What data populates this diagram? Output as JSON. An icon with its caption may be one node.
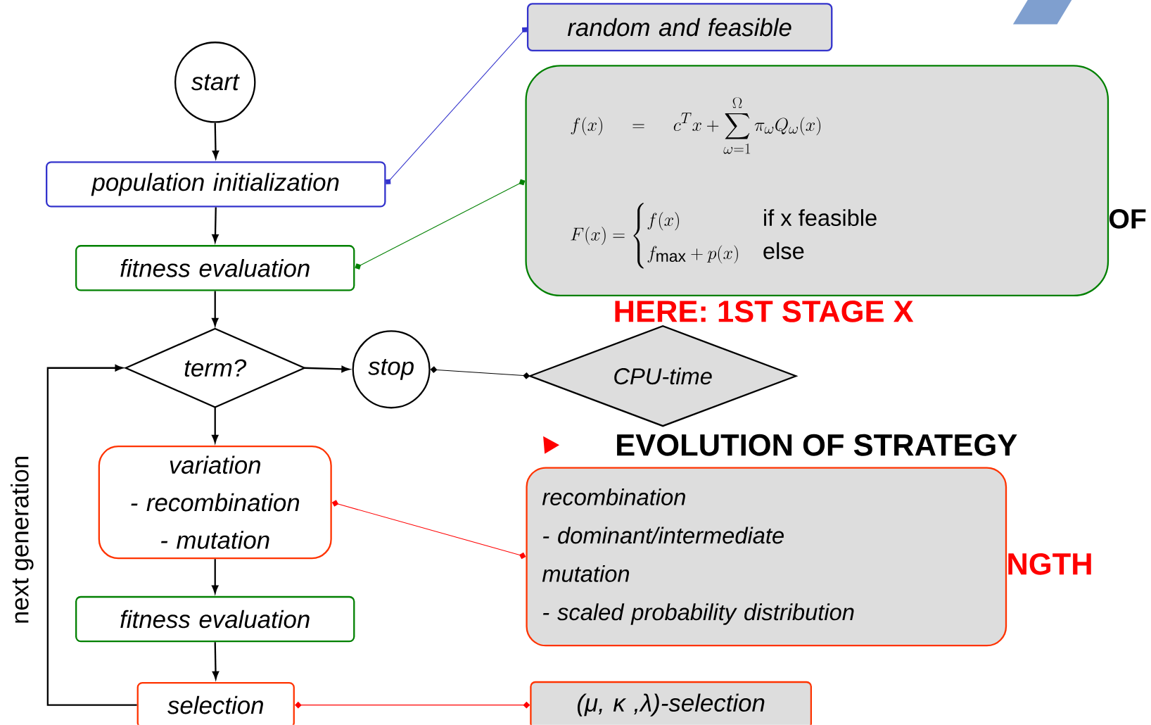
{
  "diagram": {
    "nodes": [
      {
        "text": [
          "start"
        ]
      },
      {
        "text": [
          "random and feasible"
        ]
      },
      {
        "text": [
          "population initialization"
        ]
      },
      {
        "text": [
          "f(x) \\quad = \\quad c^T x + \\sum_{\\omega=1}^{\\Omega} \\pi_\\omega Q_\\omega(x)",
          "F(x) = \\begin{cases} f(x) & \\text{if x feasible} \\\\ f_{\\max} + p(x) & \\text{else} \\end{cases}"
        ]
      },
      {
        "text": [
          "fitness evaluation"
        ]
      },
      {
        "text": [
          "term?"
        ]
      },
      {
        "text": [
          "stop"
        ]
      },
      {
        "text": [
          "CPU-time"
        ]
      },
      {
        "text": [
          "variation",
          "- recombination",
          "- mutation"
        ]
      },
      {
        "text": [
          "recombination",
          "- dominant/intermediate",
          "mutation",
          "- scaled probability distribution"
        ]
      },
      {
        "text": [
          "fitness evaluation"
        ]
      },
      {
        "text": [
          "selection"
        ]
      },
      {
        "text": [
          "(μ, κ ,λ)-selection"
        ]
      }
    ],
    "edges": [
      {
        "from": 0,
        "to": 2,
        "arrow": "to"
      },
      {
        "from": 2,
        "to": 4,
        "arrow": "to"
      },
      {
        "from": 4,
        "to": 5,
        "arrow": "to"
      },
      {
        "from": 5,
        "to": 6,
        "arrow": "to"
      },
      {
        "from": 5,
        "to": 8,
        "arrow": "to"
      },
      {
        "from": 8,
        "to": 10,
        "arrow": "to"
      },
      {
        "from": 10,
        "to": 11,
        "arrow": "to"
      },
      {
        "from": 11,
        "to": 5,
        "arrow": "to",
        "label": "next generation"
      },
      {
        "from": 2,
        "to": 1,
        "arrow": "other",
        "color": "#3333cc"
      },
      {
        "from": 4,
        "to": 3,
        "arrow": "other",
        "color": "#008000"
      },
      {
        "from": 6,
        "to": 7,
        "arrow": "other"
      },
      {
        "from": 8,
        "to": 9,
        "arrow": "other",
        "color": "#ff0000"
      },
      {
        "from": 11,
        "to": 12,
        "arrow": "other",
        "color": "#ff0000"
      }
    ],
    "labels": [
      "OF",
      "HERE: 1ST STAGE X",
      "EVOLUTION OF STRATEGY",
      "NGTH"
    ]
  }
}
